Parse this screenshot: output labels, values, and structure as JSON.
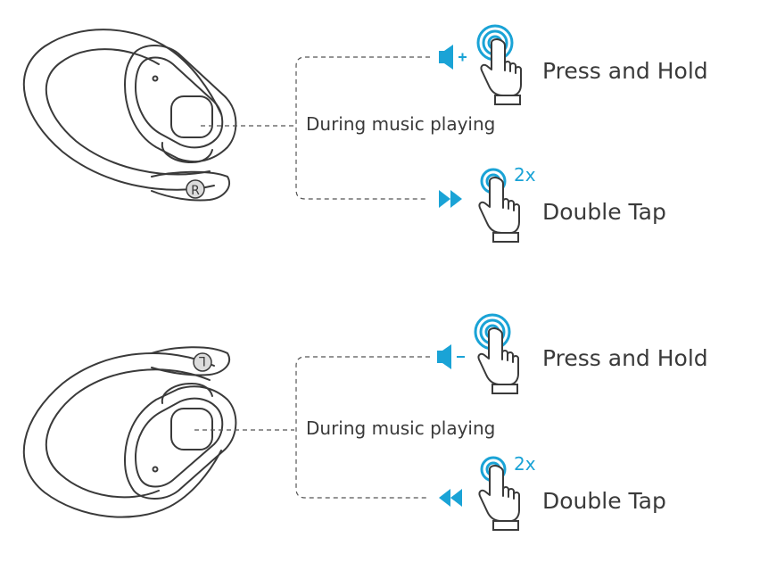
{
  "accent_color": "#1aa3d6",
  "line_color": "#3a3a3a",
  "panels": [
    {
      "earbud_label": "R",
      "condition": "During music playing",
      "actions": [
        {
          "gesture": "Press and Hold",
          "icon": "volume-up-icon",
          "tap_icon": "press-hold-hand-icon"
        },
        {
          "gesture": "Double Tap",
          "tap_count": "2x",
          "icon": "next-track-icon",
          "tap_icon": "double-tap-hand-icon"
        }
      ]
    },
    {
      "earbud_label": "L",
      "condition": "During music playing",
      "actions": [
        {
          "gesture": "Press and Hold",
          "icon": "volume-down-icon",
          "tap_icon": "press-hold-hand-icon"
        },
        {
          "gesture": "Double Tap",
          "tap_count": "2x",
          "icon": "previous-track-icon",
          "tap_icon": "double-tap-hand-icon"
        }
      ]
    }
  ]
}
